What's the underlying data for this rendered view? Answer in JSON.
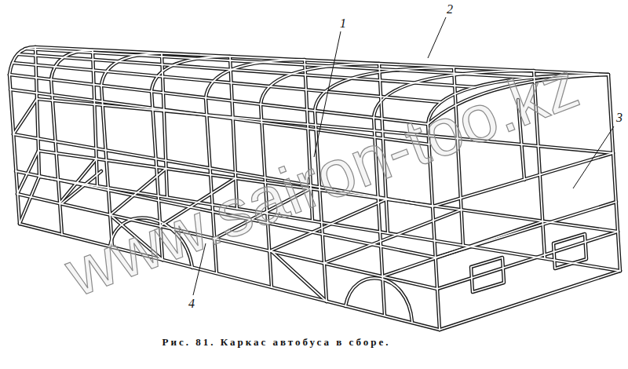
{
  "diagram": {
    "caption": "Рис. 81. Каркас автобуса в сборе.",
    "labels": [
      "2",
      "1",
      "3",
      "4",
      "www.sairon-too.kz"
    ]
  }
}
